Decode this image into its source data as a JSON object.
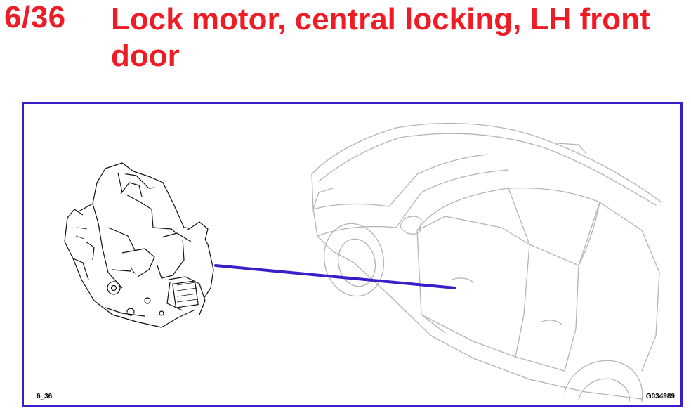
{
  "heading": {
    "number": "6/36",
    "title": "Lock motor, central locking, LH front door"
  },
  "figure": {
    "page_code": "6_36",
    "image_code": "G034989",
    "frame_color": "#3b1dc9",
    "pointer_color": "#3b1dc9",
    "heading_color": "#ee1c24"
  }
}
